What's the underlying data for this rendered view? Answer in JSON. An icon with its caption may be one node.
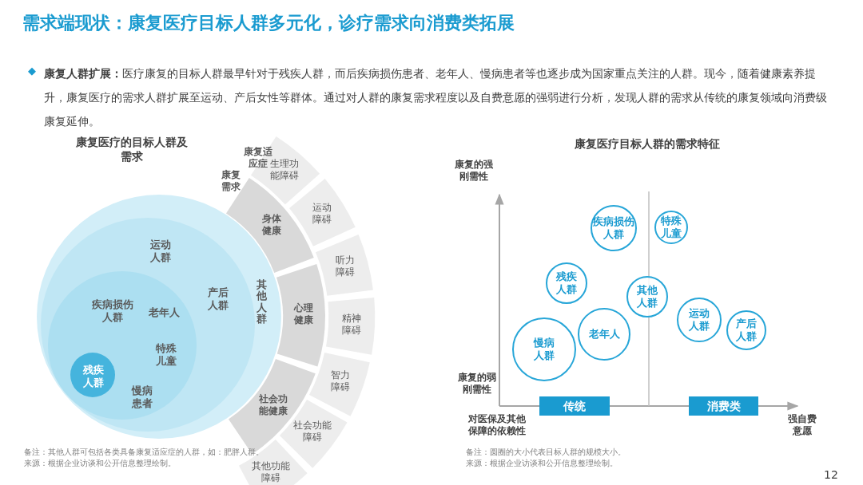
{
  "diagram": {
    "title": "需求端现状：康复医疗目标人群多元化，诊疗需求向消费类拓展",
    "nodes": [
      {
        "text": [
          "其他人群"
        ]
      },
      {
        "text": [
          "运动人群",
          "产后人群"
        ],
        "in": 0
      },
      {
        "text": [
          "疾病损伤人群",
          "老年人",
          "特殊儿童",
          "慢病患者"
        ],
        "in": 1
      },
      {
        "text": [
          "残疾人群"
        ],
        "in": 2
      },
      {
        "text": [
          "身体健康"
        ]
      },
      {
        "text": [
          "心理健康"
        ]
      },
      {
        "text": [
          "社会功能健康"
        ]
      },
      {
        "text": [
          "生理功能障碍"
        ]
      },
      {
        "text": [
          "运动障碍"
        ]
      },
      {
        "text": [
          "听力障碍"
        ]
      },
      {
        "text": [
          "精神障碍"
        ]
      },
      {
        "text": [
          "智力障碍"
        ]
      },
      {
        "text": [
          "社会功能障碍"
        ]
      },
      {
        "text": [
          "其他功能障碍"
        ]
      },
      {
        "text": [
          "疾病损伤人群"
        ]
      },
      {
        "text": [
          "特殊儿童"
        ]
      },
      {
        "text": [
          "残疾人群"
        ]
      },
      {
        "text": [
          "其他人群"
        ]
      },
      {
        "text": [
          "老年人"
        ]
      },
      {
        "text": [
          "慢病人群"
        ]
      },
      {
        "text": [
          "运动人群"
        ]
      },
      {
        "text": [
          "产后人群"
        ]
      },
      {
        "text": [
          "传统"
        ]
      },
      {
        "text": [
          "消费类"
        ]
      }
    ],
    "labels": [
      "◆",
      "**康复人群扩展：**医疗康复的目标人群最早针对于残疾人群，而后疾病损伤患者、老年人、慢病患者等也逐步成为国家重点关注的人群。现今，随着健康素养提升，康复医疗的需求人群扩展至运动、产后女性等群体。通过对人群的康复需求程度以及自费意愿的强弱进行分析，发现人群的需求从传统的康复领域向消费级康复延伸。",
      "康复医疗的目标人群及需求",
      "康复需求",
      "康复适应症",
      "备注：其他人群可包括各类具备康复适应症的人群，如：肥胖人群。",
      "来源：根据企业访谈和公开信息整理绘制。",
      "康复医疗目标人群的需求特征",
      "康复的强刚需性",
      "康复的弱刚需性",
      "对医保及其他保障的依赖性",
      "强自费意愿",
      "备注：圆圈的大小代表目标人群的规模大小。",
      "来源：根据企业访谈和公开信息整理绘制。",
      "12"
    ]
  }
}
